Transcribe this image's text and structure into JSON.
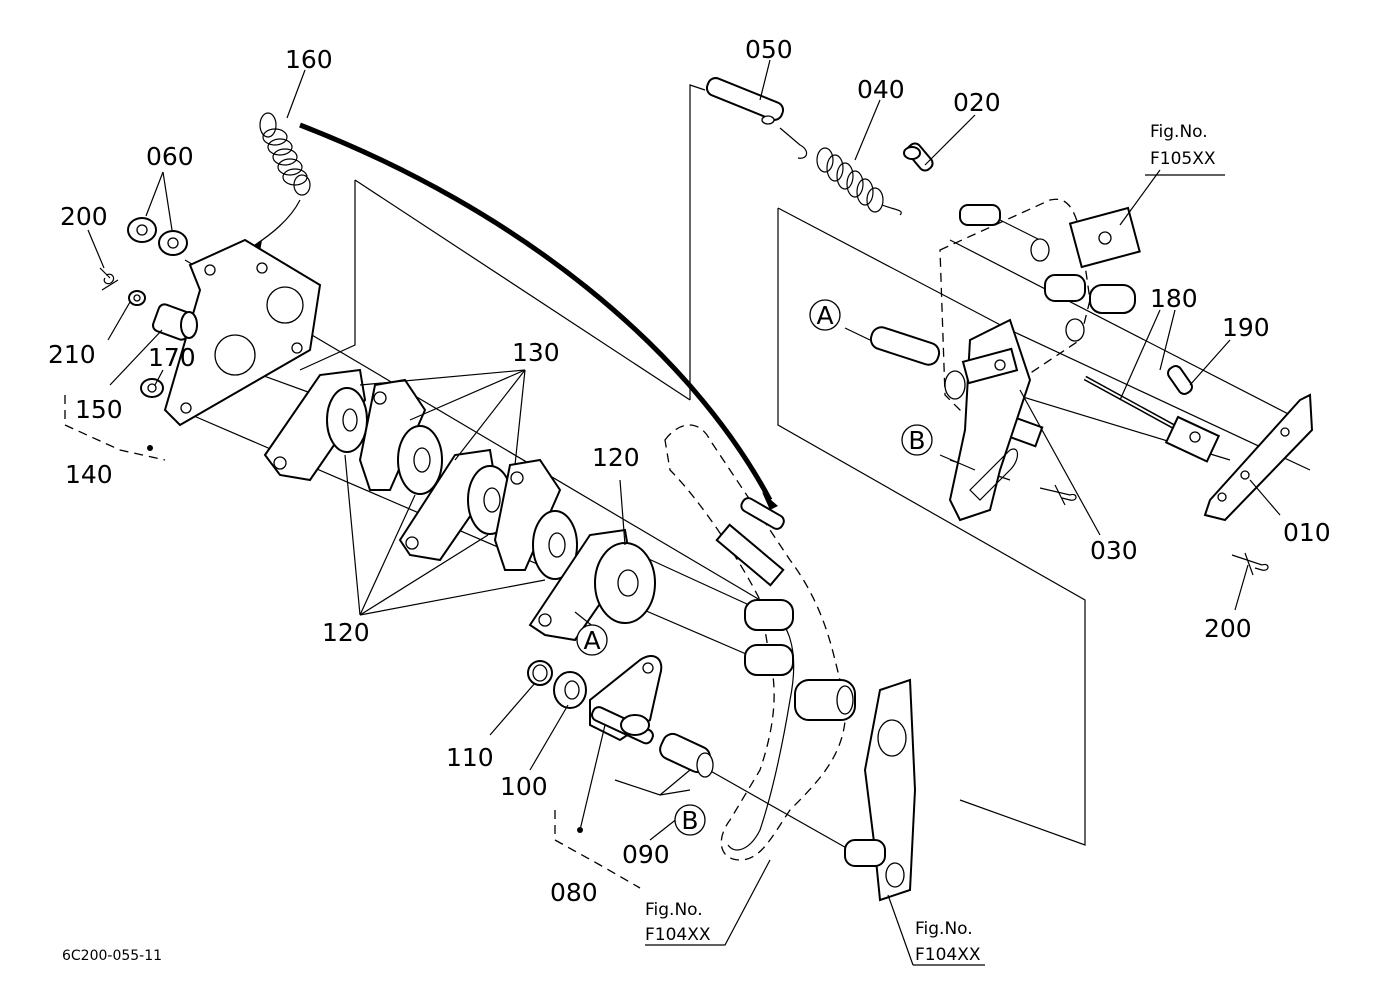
{
  "diagram": {
    "part_numbers": {
      "p010": "010",
      "p020": "020",
      "p030": "030",
      "p040": "040",
      "p050": "050",
      "p060": "060",
      "p080": "080",
      "p090": "090",
      "p100": "100",
      "p110": "110",
      "p120_top": "120",
      "p120_bottom": "120",
      "p130": "130",
      "p140": "140",
      "p150": "150",
      "p160": "160",
      "p170": "170",
      "p180": "180",
      "p190": "190",
      "p200_left": "200",
      "p200_right": "200",
      "p210": "210"
    },
    "callouts": {
      "a1": "A",
      "a2": "A",
      "b1": "B",
      "b2": "B"
    },
    "figure_refs": {
      "ref1_label": "Fig.No.",
      "ref1_code": "F105XX",
      "ref2_label": "Fig.No.",
      "ref2_code": "F104XX",
      "ref3_label": "Fig.No.",
      "ref3_code": "F104XX"
    },
    "drawing_code": "6C200-055-11"
  }
}
